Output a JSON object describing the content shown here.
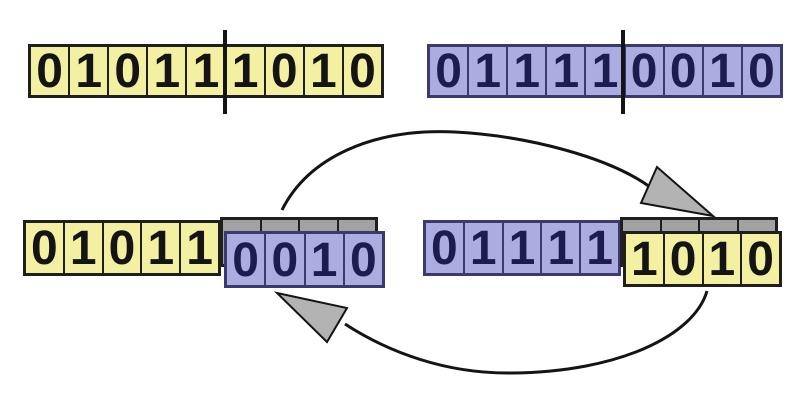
{
  "colors": {
    "bg": "#ffffff",
    "yellow": "#f3f0a2",
    "blue": "#abacdf",
    "gray": "#a2a2a2",
    "arrow_gray": "#b3b3b3",
    "border": "#1f1f1f",
    "blue_border": "#3a3a6e",
    "digit_on_yellow": "#141414",
    "digit_on_blue": "#1c1c4e",
    "arrow_line": "#141414"
  },
  "parents": [
    {
      "id": "parent-a",
      "color_name": "yellow",
      "bits": [
        "0",
        "1",
        "0",
        "1",
        "1",
        "1",
        "0",
        "1",
        "0"
      ],
      "crossover_after_bit": 5
    },
    {
      "id": "parent-b",
      "color_name": "blue",
      "bits": [
        "0",
        "1",
        "1",
        "1",
        "1",
        "0",
        "0",
        "1",
        "0"
      ],
      "crossover_after_bit": 5
    }
  ],
  "offspring": [
    {
      "id": "child-a",
      "head_color": "yellow",
      "head_bits": [
        "0",
        "1",
        "0",
        "1",
        "1"
      ],
      "tail_color": "blue",
      "tail_bits": [
        "0",
        "0",
        "1",
        "0"
      ],
      "replaced_slots": 4
    },
    {
      "id": "child-b",
      "head_color": "blue",
      "head_bits": [
        "0",
        "1",
        "1",
        "1",
        "1"
      ],
      "tail_color": "yellow",
      "tail_bits": [
        "1",
        "0",
        "1",
        "0"
      ],
      "replaced_slots": 4
    }
  ]
}
